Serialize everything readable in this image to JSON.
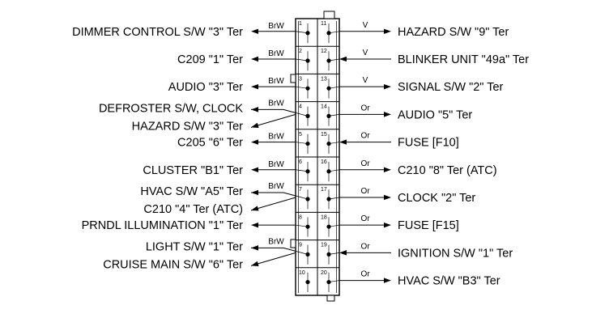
{
  "connector": {
    "left_pins": [
      {
        "pin": "1",
        "wire": "BrW",
        "dest": [
          "DIMMER CONTROL S/W \"3\" Ter"
        ]
      },
      {
        "pin": "2",
        "wire": "BrW",
        "dest": [
          "C209 \"1\" Ter"
        ]
      },
      {
        "pin": "3",
        "wire": "BrW",
        "dest": [
          "AUDIO \"3\" Ter"
        ]
      },
      {
        "pin": "4",
        "wire": "BrW",
        "dest": [
          "DEFROSTER S/W, CLOCK",
          "HAZARD S/W \"3\" Ter"
        ]
      },
      {
        "pin": "5",
        "wire": "BrW",
        "dest": [
          "C205 \"6\" Ter"
        ]
      },
      {
        "pin": "6",
        "wire": "BrW",
        "dest": [
          "CLUSTER \"B1\" Ter"
        ]
      },
      {
        "pin": "7",
        "wire": "BrW",
        "dest": [
          "HVAC S/W \"A5\" Ter",
          "C210 \"4\" Ter (ATC)"
        ]
      },
      {
        "pin": "8",
        "wire": "",
        "dest": [
          "PRNDL ILLUMINATION \"1\" Ter"
        ]
      },
      {
        "pin": "9",
        "wire": "BrW",
        "dest": [
          "LIGHT S/W \"1\" Ter",
          "CRUISE MAIN S/W \"6\" Ter"
        ]
      },
      {
        "pin": "10",
        "wire": "",
        "dest": []
      }
    ],
    "right_pins": [
      {
        "pin": "11",
        "wire": "V",
        "dest": "HAZARD S/W \"9\" Ter"
      },
      {
        "pin": "12",
        "wire": "V",
        "dest": "BLINKER UNIT \"49a\" Ter"
      },
      {
        "pin": "13",
        "wire": "V",
        "dest": "SIGNAL S/W \"2\" Ter"
      },
      {
        "pin": "14",
        "wire": "Or",
        "dest": "AUDIO \"5\" Ter"
      },
      {
        "pin": "15",
        "wire": "Or",
        "dest": "FUSE [F10]"
      },
      {
        "pin": "16",
        "wire": "Or",
        "dest": "C210 \"8\" Ter (ATC)"
      },
      {
        "pin": "17",
        "wire": "Or",
        "dest": "CLOCK \"2\" Ter"
      },
      {
        "pin": "18",
        "wire": "Or",
        "dest": "FUSE [F15]"
      },
      {
        "pin": "19",
        "wire": "Or",
        "dest": "IGNITION S/W \"1\" Ter"
      },
      {
        "pin": "20",
        "wire": "Or",
        "dest": "HVAC S/W \"B3\" Ter"
      }
    ]
  }
}
